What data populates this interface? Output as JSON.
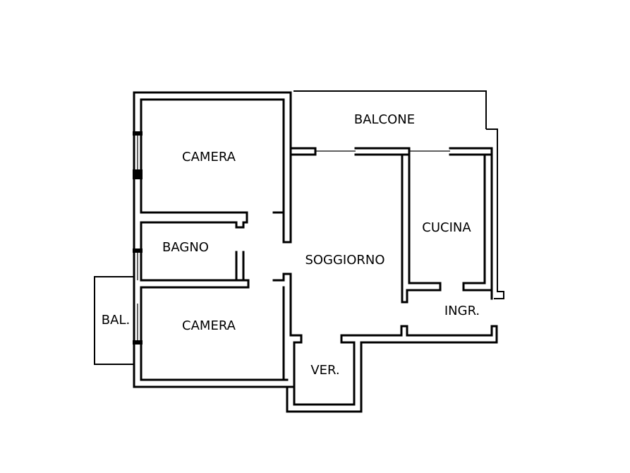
{
  "rooms": {
    "balcone": "BALCONE",
    "camera_top": "CAMERA",
    "bagno": "BAGNO",
    "soggiorno": "SOGGIORNO",
    "cucina": "CUCINA",
    "bal": "BAL.",
    "camera_bottom": "CAMERA",
    "ingr": "INGR.",
    "ver": "VER."
  },
  "colors": {
    "wall": "#000000",
    "background": "#ffffff"
  }
}
